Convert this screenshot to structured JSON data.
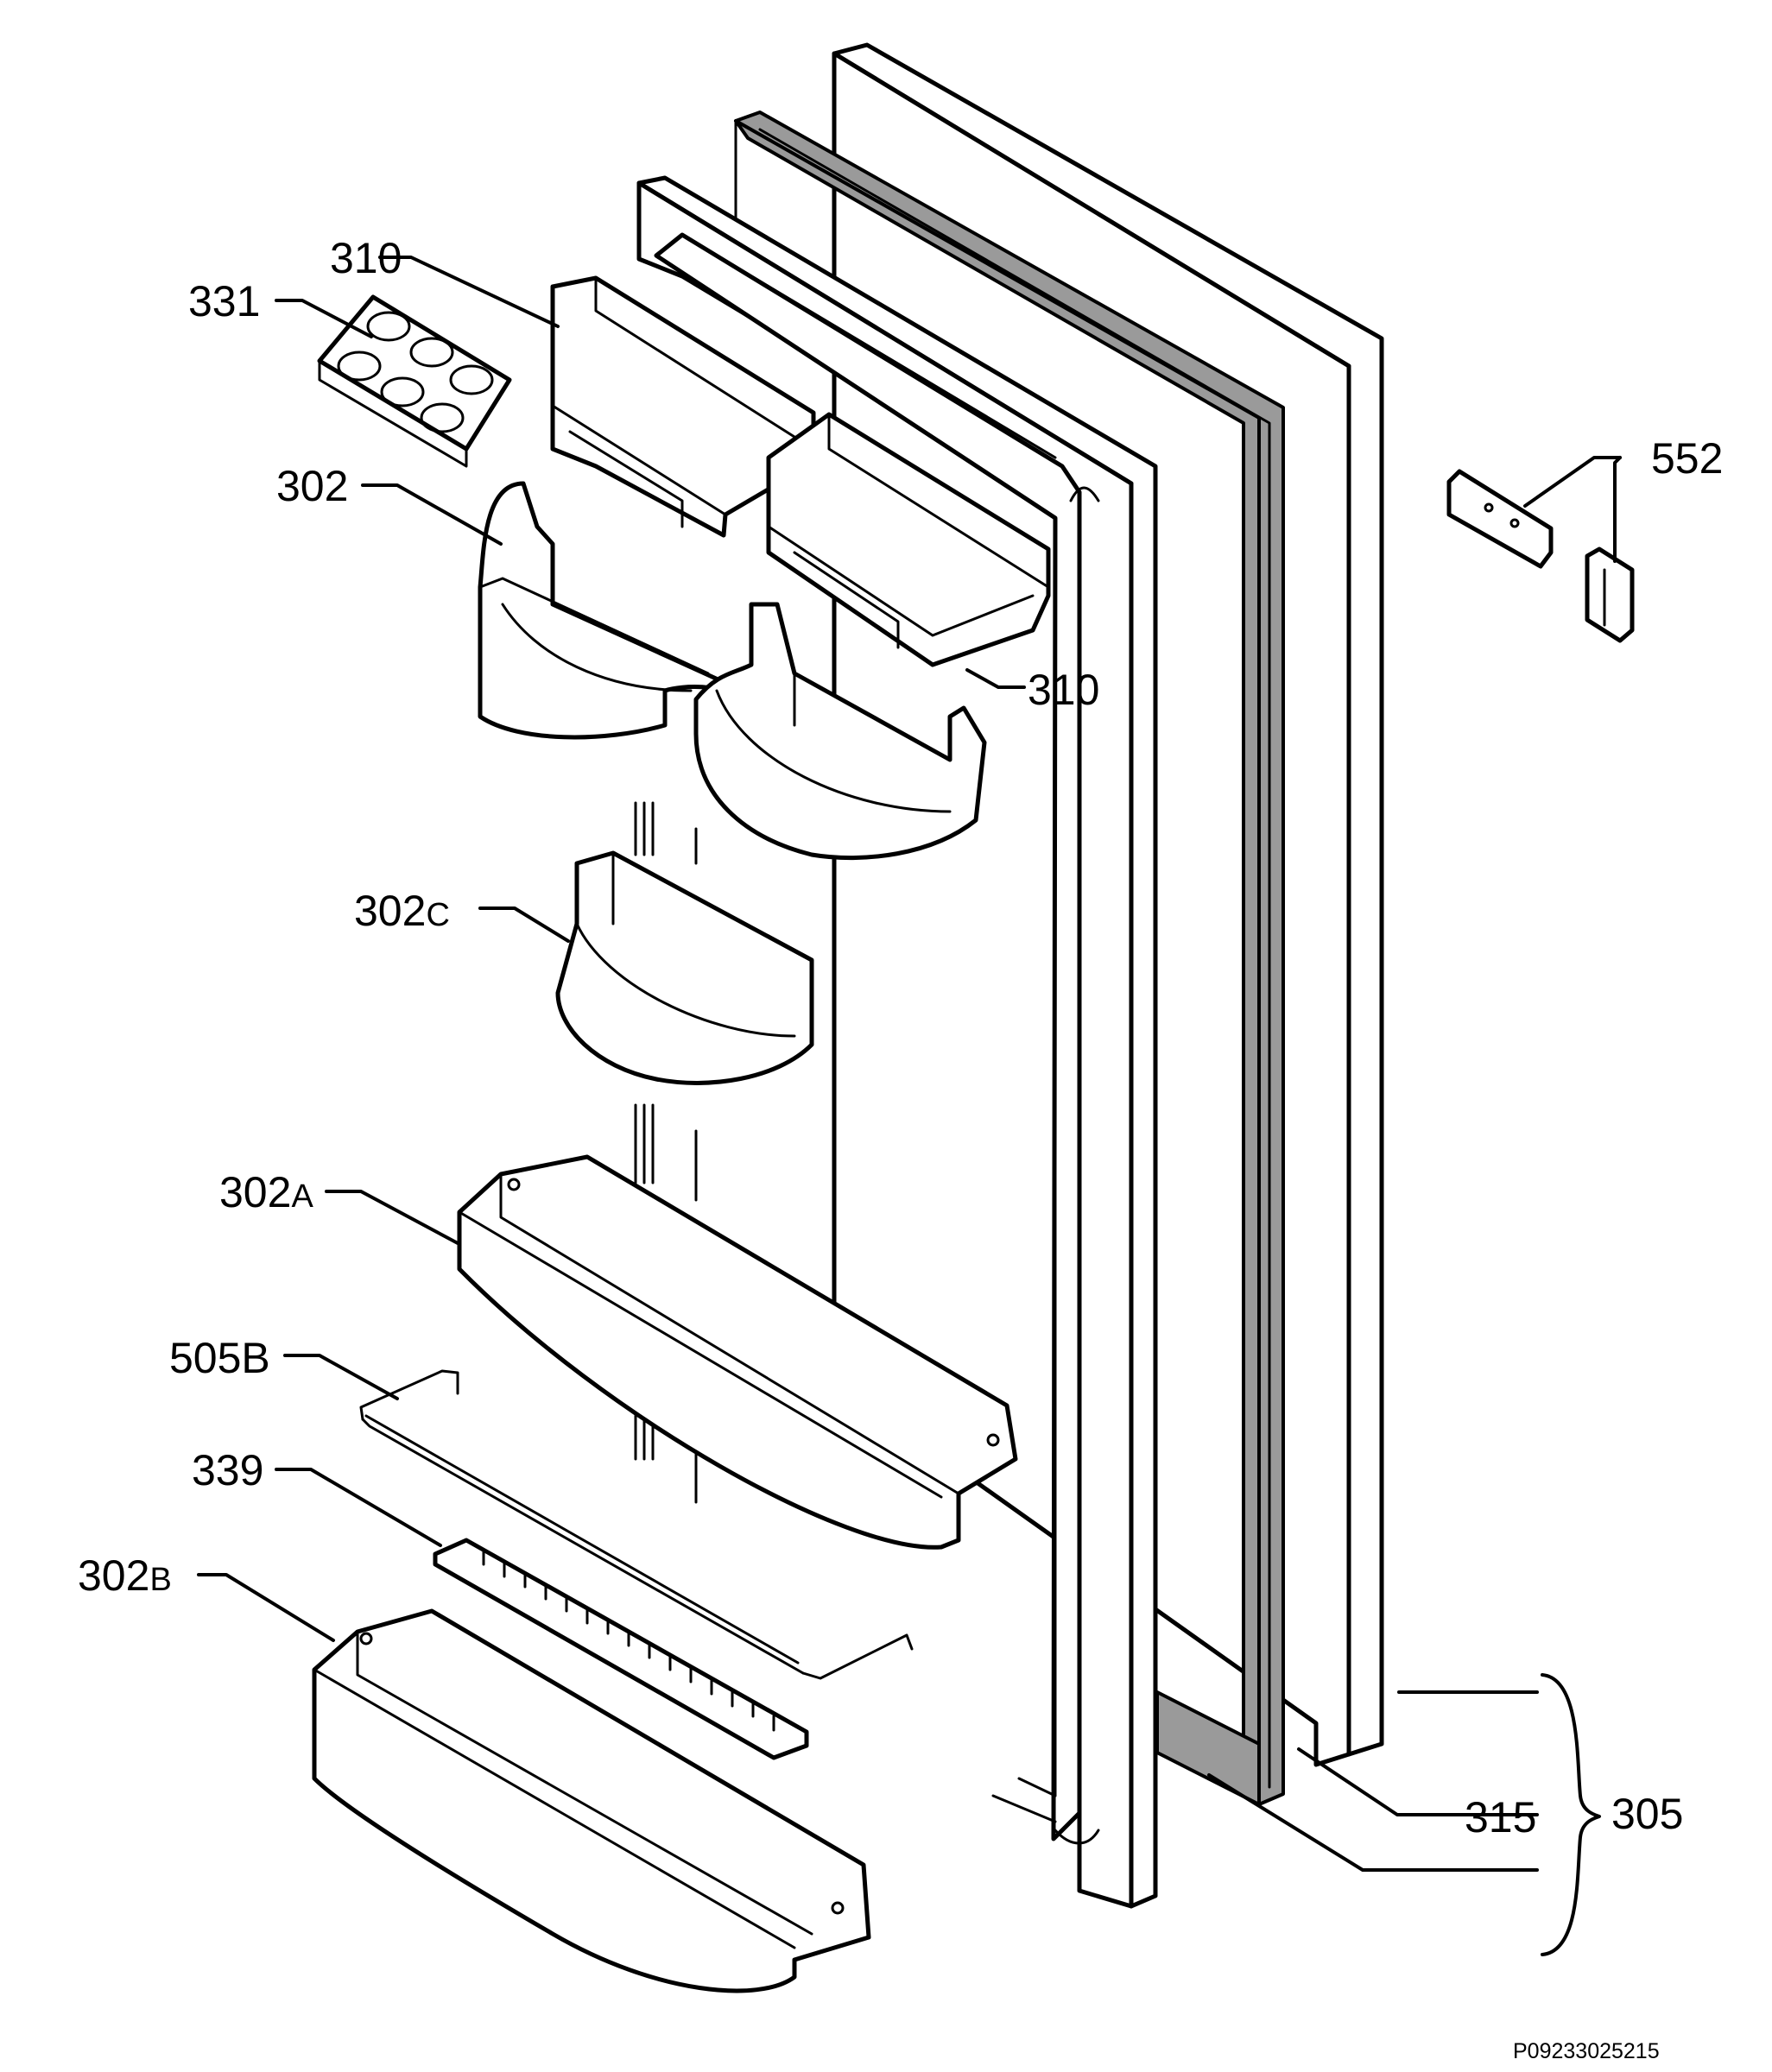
{
  "diagram": {
    "callouts": [
      {
        "id": "c-310-top",
        "label": "310"
      },
      {
        "id": "c-331",
        "label": "331"
      },
      {
        "id": "c-302",
        "label": "302"
      },
      {
        "id": "c-310-right",
        "label": "310"
      },
      {
        "id": "c-552",
        "label": "552"
      },
      {
        "id": "c-302c",
        "label": "302",
        "suffix": "C"
      },
      {
        "id": "c-302a",
        "label": "302",
        "suffix": "A"
      },
      {
        "id": "c-505b",
        "label": "505B"
      },
      {
        "id": "c-339",
        "label": "339"
      },
      {
        "id": "c-302b",
        "label": "302",
        "suffix": "B"
      },
      {
        "id": "c-315",
        "label": "315"
      },
      {
        "id": "c-305",
        "label": "305"
      }
    ],
    "reference_code": "P09233025215"
  }
}
